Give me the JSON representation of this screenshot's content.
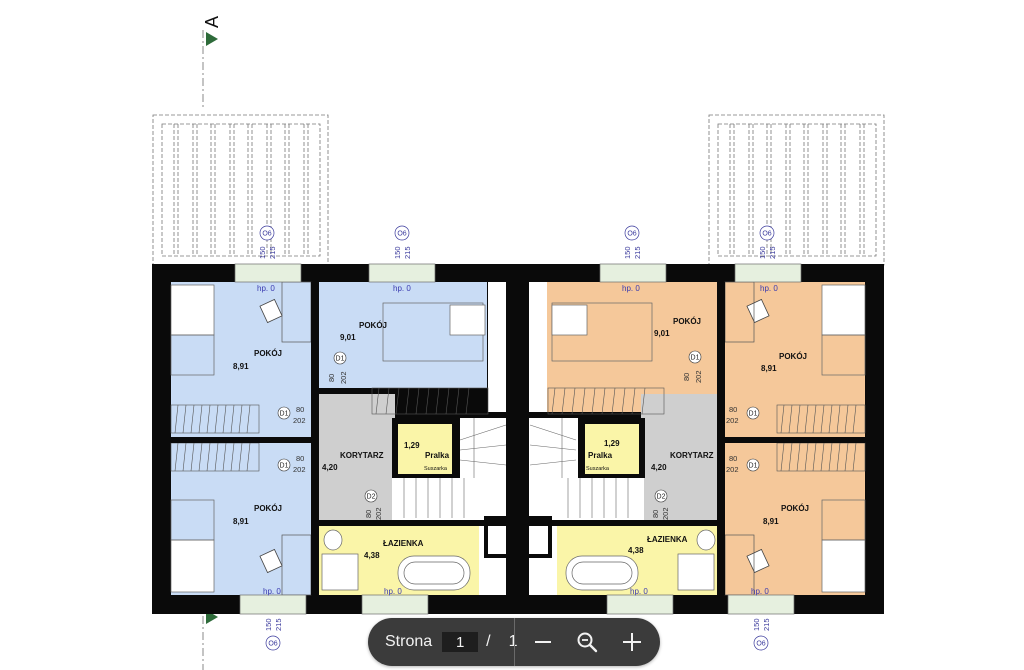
{
  "section_marker": {
    "letter": "A",
    "color": "#2e6b3a"
  },
  "colors": {
    "wall": "#0a0a0a",
    "blue_room": "#c9dcf5",
    "orange_room": "#f5c89a",
    "yellow_room": "#faf5a8",
    "grey_room": "#cfcfcf",
    "window": "#e6f0df",
    "annotation_blue": "#3a3a9c",
    "pager_bg": "#3b3b3b"
  },
  "units": {
    "left": {
      "rooms": [
        {
          "name": "POKÓJ",
          "area": "8,91",
          "fill": "blue",
          "position": "top-left"
        },
        {
          "name": "POKÓJ",
          "area": "9,01",
          "fill": "blue",
          "position": "top-center"
        },
        {
          "name": "POKÓJ",
          "area": "8,91",
          "fill": "blue",
          "position": "bottom-left"
        },
        {
          "name": "KORYTARZ",
          "area": "4,20",
          "fill": "grey"
        },
        {
          "name": "Pralka",
          "sub": "Suszarka",
          "area": "1,29",
          "fill": "yellow"
        },
        {
          "name": "ŁAZIENKA",
          "area": "4,38",
          "fill": "yellow"
        }
      ]
    },
    "right": {
      "rooms": [
        {
          "name": "POKÓJ",
          "area": "9,01",
          "fill": "orange",
          "position": "top-center"
        },
        {
          "name": "POKÓJ",
          "area": "8,91",
          "fill": "orange",
          "position": "top-right"
        },
        {
          "name": "POKÓJ",
          "area": "8,91",
          "fill": "orange",
          "position": "bottom-right"
        },
        {
          "name": "KORYTARZ",
          "area": "4,20",
          "fill": "grey"
        },
        {
          "name": "Pralka",
          "sub": "Suszarka",
          "area": "1,29",
          "fill": "yellow"
        },
        {
          "name": "ŁAZIENKA",
          "area": "4,38",
          "fill": "yellow"
        }
      ]
    }
  },
  "labels": {
    "room_pokoj": "POKÓJ",
    "room_korytarz": "KORYTARZ",
    "room_lazienka": "ŁAZIENKA",
    "room_pralka": "Pralka",
    "room_suszarka": "Suszarka",
    "area_891": "8,91",
    "area_901": "9,01",
    "area_420": "4,20",
    "area_129": "1,29",
    "area_438": "4,38",
    "sill_height": "hp. 0",
    "window_tag": "O6",
    "window_width": "150",
    "window_height": "215",
    "door_d1": "D1",
    "door_d2": "D2",
    "door_width": "80",
    "door_height": "202"
  },
  "pager": {
    "label": "Strona",
    "current_page": "1",
    "separator": "/",
    "total_pages": "1",
    "zoom_out_icon": "minus-icon",
    "zoom_reset_icon": "magnifier-minus-icon",
    "zoom_in_icon": "plus-icon"
  }
}
